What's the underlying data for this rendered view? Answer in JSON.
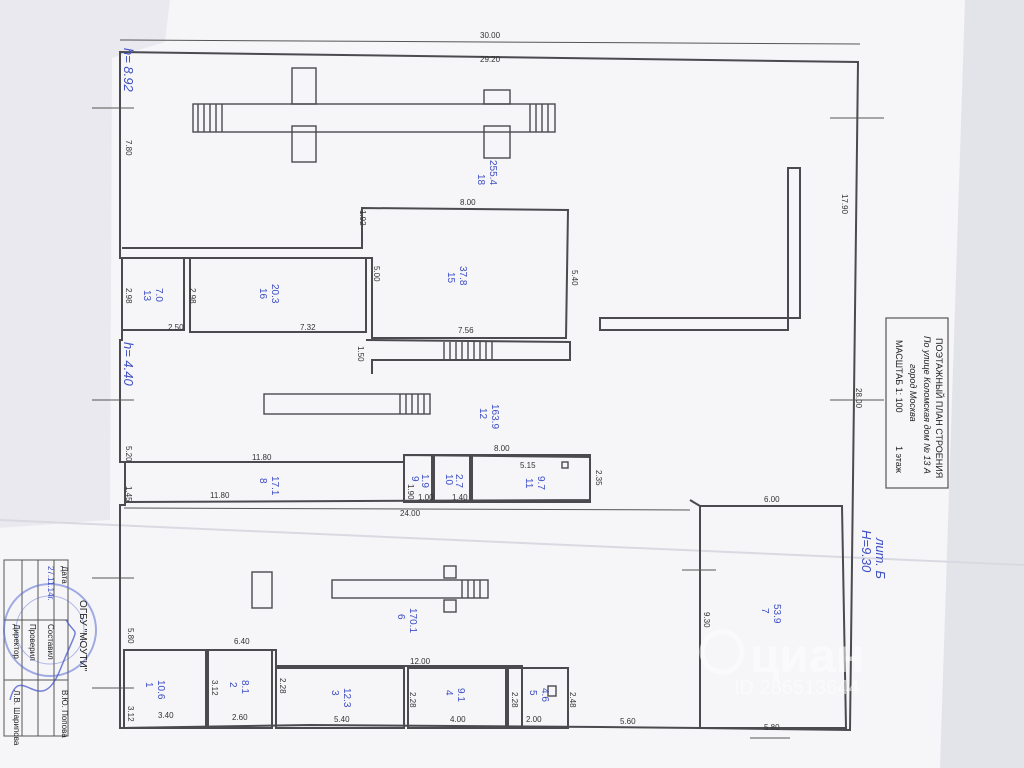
{
  "plan": {
    "overall_dims": {
      "outer_width": "30.00",
      "inner_width": "29.20",
      "outer_height": "17.90",
      "lower_height": "28.00"
    },
    "heights": {
      "h_top": "h= 8.92",
      "h_mid": "h= 4.40",
      "lit": "лит. Б",
      "h_right": "H=9.30"
    },
    "left_dims": {
      "d1": "7.80",
      "d2": "2.98",
      "d3": "5.20",
      "d4": "1.45",
      "d5": "5.80",
      "d6": "3.12"
    },
    "rooms": [
      {
        "num": "18",
        "area": "255.4"
      },
      {
        "num": "15",
        "area": "37.8"
      },
      {
        "num": "16",
        "area": "20.3"
      },
      {
        "num": "13",
        "area": "7.0"
      },
      {
        "num": "12",
        "area": "163.9"
      },
      {
        "num": "8",
        "area": "17.1"
      },
      {
        "num": "9",
        "area": "1.9"
      },
      {
        "num": "10",
        "area": "2.7"
      },
      {
        "num": "11",
        "area": "9.7"
      },
      {
        "num": "6",
        "area": "170.1"
      },
      {
        "num": "7",
        "area": "53.9"
      },
      {
        "num": "1",
        "area": "10.6"
      },
      {
        "num": "2",
        "area": "8.1"
      },
      {
        "num": "3",
        "area": "12.3"
      },
      {
        "num": "4",
        "area": "9.1"
      },
      {
        "num": "5",
        "area": "4.6"
      }
    ],
    "room_dims": {
      "r15_w": "8.00",
      "r15_h": "5.40",
      "r15_b": "7.56",
      "r15_l": "1.92",
      "r15_s": "5.00",
      "r16_h": "2.98",
      "r16_b": "7.32",
      "r13_b": "2.50",
      "stair": "1.50",
      "r11_w": "8.00",
      "r11_in": "5.15",
      "r11_h": "2.35",
      "r8_top": "11.80",
      "r8_b": "11.80",
      "r9_w": "1.00",
      "r9_h": "1.90",
      "r10_w": "1.40",
      "corr": "24.00",
      "r7_w": "6.00",
      "r7_h": "9.30",
      "r7_b": "5.80",
      "r1_w": "6.40",
      "r4_w": "12.00",
      "r1_b": "3.40",
      "r2_b": "2.60",
      "r3_b": "5.40",
      "r4_b": "4.00",
      "r5_b": "2.00",
      "r_end": "5.60",
      "r2_h": "3.12",
      "r3_h": "2.28",
      "r4_h": "2.28",
      "r5_h": "2.28",
      "r5_r": "2.48"
    },
    "title_block": {
      "line1": "ПОЭТАЖНЫЙ ПЛАН СТРОЕНИЯ",
      "line2": "По улице  Коломская  дом № 13 А",
      "line3": "город  Москва",
      "line4": "МАСШТАБ 1: 100",
      "line5": "1 этаж"
    },
    "stamp": {
      "org": "ОГБУ \"МОУТИ\"",
      "col_date": "Дата",
      "date1": "27.11.14г.",
      "role1": "Составил",
      "name1": "В.Ю. Попова",
      "role2": "Проверил",
      "role3": "Директор",
      "name3": "Л.В. Шарипова"
    },
    "watermark": {
      "brand": "циан",
      "id": "ID 286513644"
    }
  }
}
